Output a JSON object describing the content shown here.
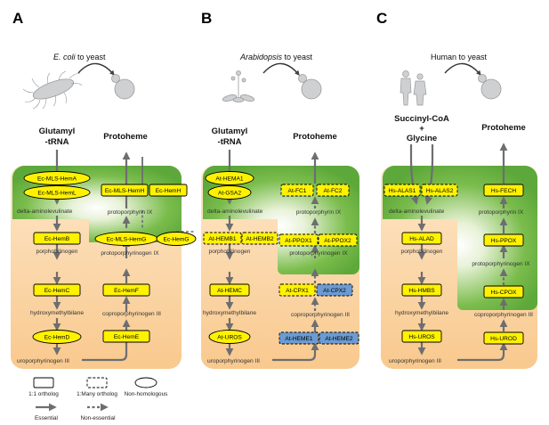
{
  "panels": [
    {
      "letter": "A",
      "title_italic": "E. coli",
      "title_rest": " to yeast",
      "source": [
        "Glutamyl",
        "-tRNA"
      ],
      "product": "Protoheme",
      "metabolites": {
        "ala": "delta-aminolevulinate",
        "pbg": "porphobilinogen",
        "hmb": "hydroxymethylbilane",
        "uro": "uroporphyrinogen III",
        "copro": "coproporphyrinogen III",
        "protogen": "protoporphyrinogen IX",
        "proto": "protoporphyrin IX"
      },
      "enzymes": {
        "s1": "Ec-MLS-HemA",
        "s2": "Ec-MLS-HemL",
        "b": "Ec-HemB",
        "c": "Ec-HemC",
        "d": "Ec-HemD",
        "e": "Ec-HemE",
        "f": "Ec-HemF",
        "g1": "Ec-MLS-HemG",
        "g2": "Ec-HemG",
        "h1": "Ec-MLS-HemH",
        "h2": "Ec-HemH"
      }
    },
    {
      "letter": "B",
      "title_italic": "Arabidopsis",
      "title_rest": " to yeast",
      "source": [
        "Glutamyl",
        "-tRNA"
      ],
      "product": "Protoheme",
      "metabolites": {
        "ala": "delta-aminolevulinate",
        "pbg": "porphobilinogen",
        "hmb": "hydroxymethylbilane",
        "uro": "uroporphyrinogen III",
        "copro": "coproporphyrinogen III",
        "protogen": "protoporphyrinogen IX",
        "proto": "protoporphyrin IX"
      },
      "enzymes": {
        "s1": "At-HEMA1",
        "s2": "At-GSA2",
        "b1": "At-HEMB1",
        "b2": "At-HEMB2",
        "c": "At-HEMC",
        "d": "At-UROS",
        "e1": "At-HEME1",
        "e2": "At-HEME2",
        "f1": "At-CPX1",
        "f2": "At-CPX2",
        "g1": "At-PPOX1",
        "g2": "At-PPOX2",
        "h1": "At-FC1",
        "h2": "At-FC2"
      }
    },
    {
      "letter": "C",
      "title": "Human to yeast",
      "source": [
        "Succinyl-CoA",
        "+",
        "Glycine"
      ],
      "product": "Protoheme",
      "metabolites": {
        "ala": "delta-aminolevulinate",
        "pbg": "porphobilinogen",
        "hmb": "hydroxymethylbilane",
        "uro": "uroporphyrinogen III",
        "copro": "coproporphyrinogen III",
        "protogen": "protoporphyrinogen IX",
        "proto": "protoporphyrin IX"
      },
      "enzymes": {
        "s1": "Hs-ALAS1",
        "s2": "Hs-ALAS2",
        "b": "Hs-ALAD",
        "c": "Hs-HMBS",
        "d": "Hs-UROS",
        "e": "Hs-UROD",
        "f": "Hs-CPOX",
        "g": "Hs-PPOX",
        "h": "Hs-FECH"
      }
    }
  ],
  "legend": {
    "ortholog_1_1": "1:1 ortholog",
    "ortholog_1_many": "1:Many ortholog",
    "non_homologous": "Non-homologous",
    "essential": "Essential",
    "non_essential": "Non-essential"
  },
  "colors": {
    "cytosol": "#fbd9b0",
    "mitochondria": "#6cb33e",
    "enzyme_yellow": "#fff200",
    "enzyme_blue": "#6b9bd2",
    "arrow": "#6d6e70"
  }
}
